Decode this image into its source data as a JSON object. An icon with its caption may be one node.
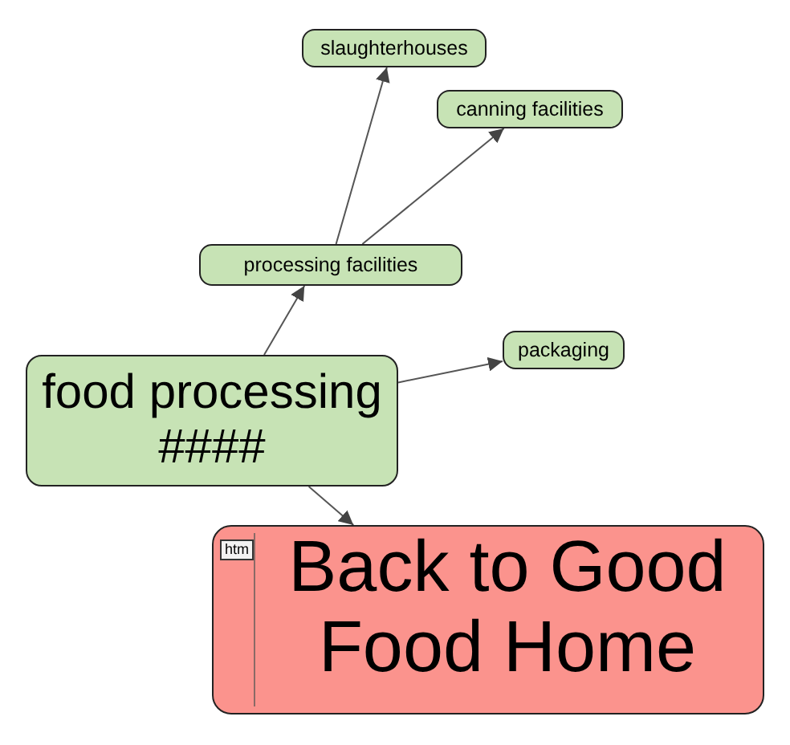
{
  "diagram": {
    "nodes": [
      {
        "text": [
          "food processing ####"
        ]
      },
      {
        "text": [
          "processing facilities"
        ]
      },
      {
        "text": [
          "slaughterhouses"
        ]
      },
      {
        "text": [
          "canning facilities"
        ]
      },
      {
        "text": [
          "packaging"
        ]
      },
      {
        "text": [
          "htm",
          "Back to Good Food Home"
        ]
      }
    ],
    "edges": [
      {
        "from": 0,
        "to": 1,
        "arrow": "to"
      },
      {
        "from": 1,
        "to": 2,
        "arrow": "to"
      },
      {
        "from": 1,
        "to": 3,
        "arrow": "to"
      },
      {
        "from": 0,
        "to": 4,
        "arrow": "to"
      },
      {
        "from": 0,
        "to": 5,
        "arrow": "to"
      }
    ]
  }
}
